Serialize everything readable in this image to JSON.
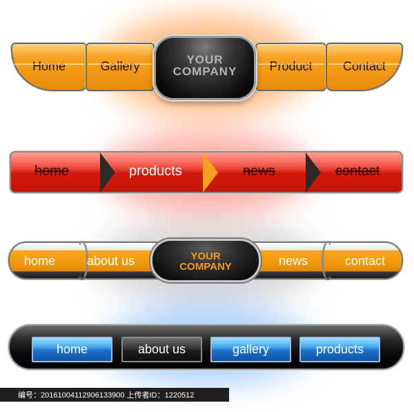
{
  "nav1": {
    "items": [
      "Home",
      "Gallery",
      "Product",
      "Contact"
    ],
    "logo_line1": "YOUR",
    "logo_line2": "COMPANY"
  },
  "nav2": {
    "items": [
      "home",
      "products",
      "news",
      "contact"
    ]
  },
  "nav3": {
    "items": [
      "home",
      "about us",
      "news",
      "contact"
    ],
    "logo_line1": "YOUR",
    "logo_line2": "COMPANY"
  },
  "nav4": {
    "items": [
      "home",
      "about us",
      "gallery",
      "products"
    ]
  },
  "caption": "编号：20161004112906133900 上传者ID：1220512",
  "colors": {
    "orange": "#f59b16",
    "red": "#d3190c",
    "blue": "#1c6fc7",
    "black": "#0e0e0e"
  }
}
